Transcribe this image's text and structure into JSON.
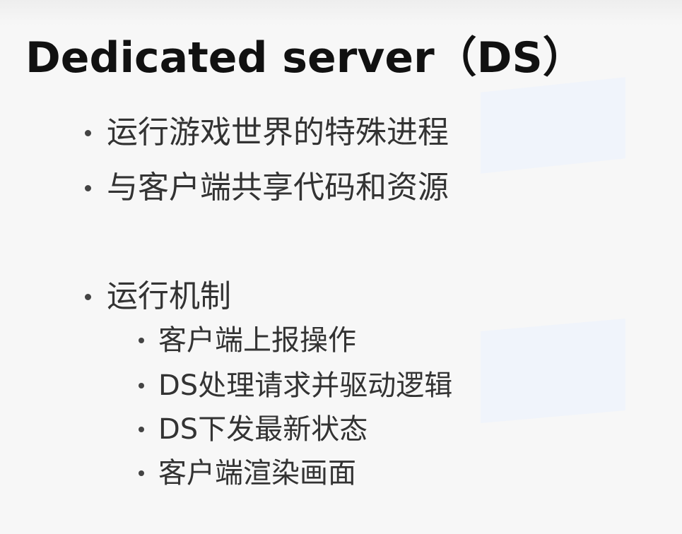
{
  "slide": {
    "title": "Dedicated server（DS）",
    "bullets": [
      {
        "text": "运行游戏世界的特殊进程"
      },
      {
        "text": "与客户端共享代码和资源"
      },
      {
        "text": "运行机制"
      }
    ],
    "sub_bullets": [
      {
        "text": "客户端上报操作"
      },
      {
        "text": "DS处理请求并驱动逻辑"
      },
      {
        "text": "DS下发最新状态"
      },
      {
        "text": "客户端渲染画面"
      }
    ]
  }
}
